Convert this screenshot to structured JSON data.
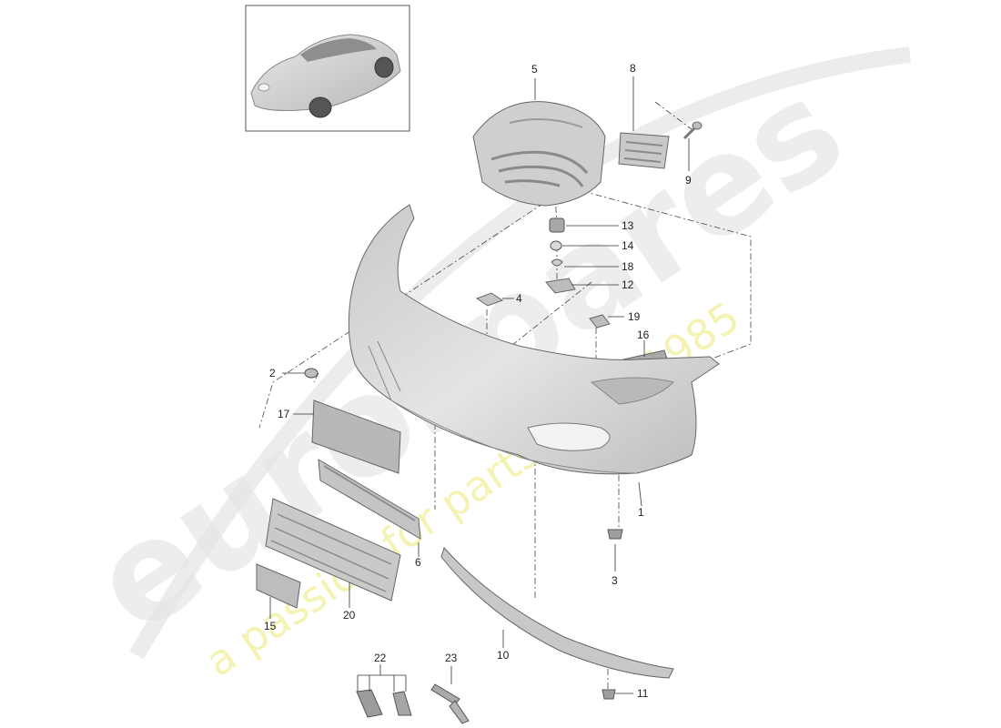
{
  "diagram": {
    "callouts": [
      "1",
      "2",
      "3",
      "4",
      "5",
      "6",
      "8",
      "9",
      "10",
      "11",
      "12",
      "13",
      "14",
      "15",
      "16",
      "17",
      "18",
      "19",
      "20",
      "22",
      "23"
    ]
  },
  "watermark": {
    "brand": "eurospares",
    "tagline": "a passion for parts since 1985",
    "brand_color": "#e6e6e6",
    "tagline_color": "#f2ef9a"
  },
  "colors": {
    "part_fill": "#d4d4d4",
    "part_dark": "#9a9a9a",
    "line": "#333333"
  }
}
